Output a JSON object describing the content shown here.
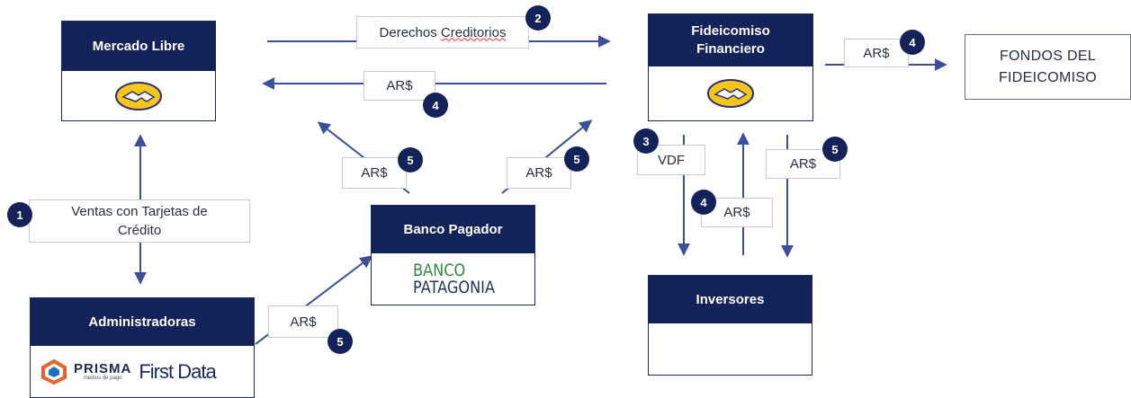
{
  "colors": {
    "navy": "#13235a",
    "arrow": "#3b4f9a",
    "ml_yellow": "#f5c518",
    "patagonia_green": "#2e8b3d"
  },
  "boxes": {
    "mercado_libre": {
      "title": "Mercado Libre",
      "icon": "handshake-logo"
    },
    "fideicomiso": {
      "title_line1": "Fideicomiso",
      "title_line2": "Financiero",
      "icon": "handshake-logo"
    },
    "banco_pagador": {
      "title": "Banco Pagador",
      "logo_line1": "BANCO",
      "logo_line2": "PATAGONIA"
    },
    "administradoras": {
      "title": "Administradoras",
      "logo_prisma": "PRISMA",
      "logo_prisma_sub": "medios de pago",
      "logo_firstdata": "First Data"
    },
    "inversores": {
      "title": "Inversores"
    },
    "fondos": {
      "line1": "FONDOS DEL",
      "line2": "FIDEICOMISO"
    }
  },
  "labels": {
    "derechos_creditorios_a": "Derechos ",
    "derechos_creditorios_b": "Creditorios",
    "ars_top": "AR$",
    "ars_fondos": "AR$",
    "ars_left_up": "AR$",
    "ars_right_up": "AR$",
    "ventas_line1": "Ventas con Tarjetas de",
    "ventas_line2": "Crédito",
    "vdf": "VDF",
    "ars_inv_right": "AR$",
    "ars_inv_mid": "AR$",
    "ars_admin": "AR$"
  },
  "steps": {
    "n1": "1",
    "n2": "2",
    "n3": "3",
    "n4_top": "4",
    "n4_fondos": "4",
    "n4_inv": "4",
    "n5_left": "5",
    "n5_right": "5",
    "n5_inv": "5",
    "n5_admin": "5"
  }
}
